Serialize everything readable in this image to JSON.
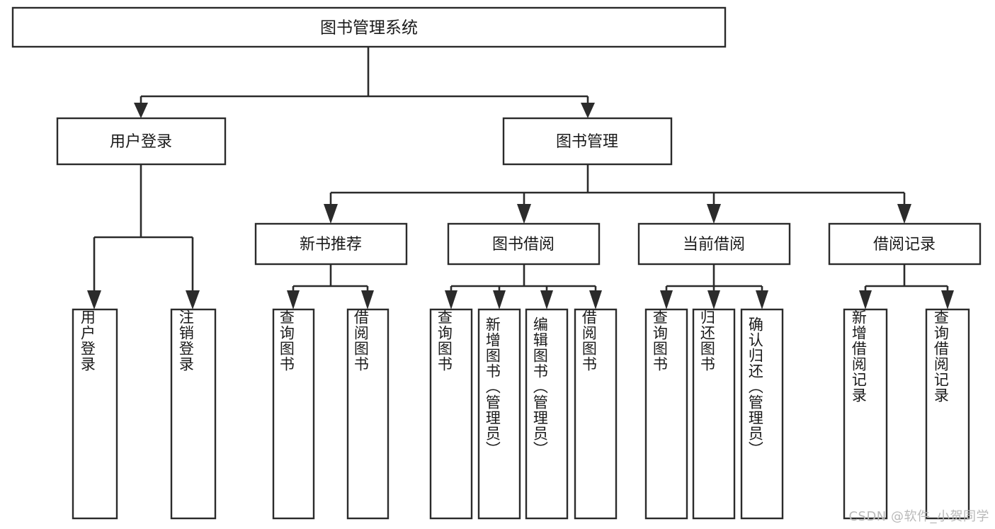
{
  "diagram": {
    "title": "图书管理系统",
    "type": "tree",
    "watermark": "CSDN @软件_小贺同学",
    "root": {
      "id": "root",
      "label": "图书管理系统",
      "orientation": "horizontal"
    },
    "level2": [
      {
        "id": "user-login",
        "label": "用户登录",
        "orientation": "horizontal"
      },
      {
        "id": "book-manage",
        "label": "图书管理",
        "orientation": "horizontal"
      }
    ],
    "level3": [
      {
        "id": "new-book-recommend",
        "label": "新书推荐",
        "parent": "book-manage",
        "orientation": "horizontal"
      },
      {
        "id": "book-borrow",
        "label": "图书借阅",
        "parent": "book-manage",
        "orientation": "horizontal"
      },
      {
        "id": "current-borrow",
        "label": "当前借阅",
        "parent": "book-manage",
        "orientation": "horizontal"
      },
      {
        "id": "borrow-record",
        "label": "借阅记录",
        "parent": "book-manage",
        "orientation": "horizontal"
      }
    ],
    "leaves": [
      {
        "id": "leaf-user-login",
        "label": "用户登录",
        "parent": "user-login",
        "orientation": "vertical",
        "align": "middle"
      },
      {
        "id": "leaf-user-logout",
        "label": "注销登录",
        "parent": "user-login",
        "orientation": "vertical",
        "align": "middle"
      },
      {
        "id": "leaf-query-book-1",
        "label": "查询图书",
        "parent": "new-book-recommend",
        "orientation": "vertical",
        "align": "middle"
      },
      {
        "id": "leaf-borrow-book-1",
        "label": "借阅图书",
        "parent": "new-book-recommend",
        "orientation": "vertical",
        "align": "middle"
      },
      {
        "id": "leaf-query-book-2",
        "label": "查询图书",
        "parent": "book-borrow",
        "orientation": "vertical",
        "align": "middle"
      },
      {
        "id": "leaf-add-book",
        "label": "新增图书（管理员）",
        "parent": "book-borrow",
        "orientation": "vertical",
        "align": "start"
      },
      {
        "id": "leaf-edit-book",
        "label": "编辑图书（管理员）",
        "parent": "book-borrow",
        "orientation": "vertical",
        "align": "start"
      },
      {
        "id": "leaf-borrow-book-2",
        "label": "借阅图书",
        "parent": "book-borrow",
        "orientation": "vertical",
        "align": "middle"
      },
      {
        "id": "leaf-query-book-3",
        "label": "查询图书",
        "parent": "current-borrow",
        "orientation": "vertical",
        "align": "middle"
      },
      {
        "id": "leaf-return-book",
        "label": "归还图书",
        "parent": "current-borrow",
        "orientation": "vertical",
        "align": "middle"
      },
      {
        "id": "leaf-confirm-return",
        "label": "确认归还（管理员）",
        "parent": "current-borrow",
        "orientation": "vertical",
        "align": "start"
      },
      {
        "id": "leaf-add-record",
        "label": "新增借阅记录",
        "parent": "borrow-record",
        "orientation": "vertical",
        "align": "middle"
      },
      {
        "id": "leaf-query-record",
        "label": "查询借阅记录",
        "parent": "borrow-record",
        "orientation": "vertical",
        "align": "middle"
      }
    ],
    "colors": {
      "box_stroke": "#2b2b2b",
      "box_fill": "#ffffff",
      "connector": "#2b2b2b",
      "text": "#1a1a1a",
      "watermark": "#b9b9b9",
      "background": "#ffffff"
    }
  }
}
